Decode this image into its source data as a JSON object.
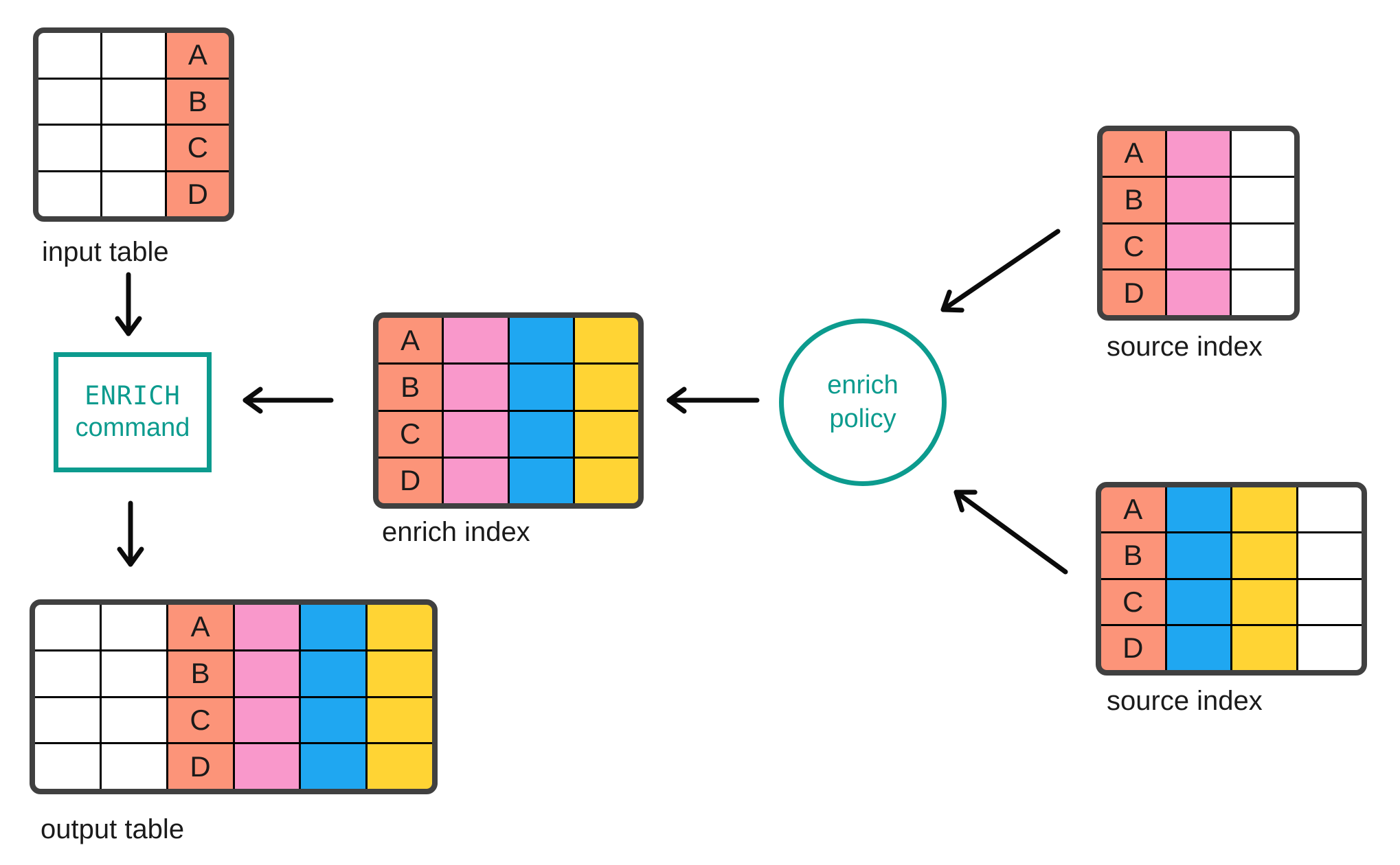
{
  "colors": {
    "white": "#FFFFFF",
    "salmon": "#FC9479",
    "pink": "#F998CB",
    "blue": "#1FA7F1",
    "yellow": "#FFD434",
    "teal": "#0C9B8E",
    "table_border": "#404040",
    "arrow": "#0B0B0B",
    "text": "#1A1A1A"
  },
  "nodes": {
    "input_table": {
      "label": "input table",
      "rows": [
        "A",
        "B",
        "C",
        "D"
      ],
      "columns": [
        "white",
        "white",
        "salmon"
      ],
      "key_column": 2
    },
    "enrich_command": {
      "line1": "ENRICH",
      "line2": "command"
    },
    "output_table": {
      "label": "output table",
      "rows": [
        "A",
        "B",
        "C",
        "D"
      ],
      "columns": [
        "white",
        "white",
        "salmon",
        "pink",
        "blue",
        "yellow"
      ],
      "key_column": 2
    },
    "enrich_index": {
      "label": "enrich index",
      "rows": [
        "A",
        "B",
        "C",
        "D"
      ],
      "columns": [
        "salmon",
        "pink",
        "blue",
        "yellow"
      ],
      "key_column": 0
    },
    "enrich_policy": {
      "line1": "enrich",
      "line2": "policy"
    },
    "source_index_top": {
      "label": "source index",
      "rows": [
        "A",
        "B",
        "C",
        "D"
      ],
      "columns": [
        "salmon",
        "pink",
        "white"
      ],
      "key_column": 0
    },
    "source_index_bottom": {
      "label": "source index",
      "rows": [
        "A",
        "B",
        "C",
        "D"
      ],
      "columns": [
        "salmon",
        "blue",
        "yellow",
        "white"
      ],
      "key_column": 0
    }
  },
  "arrows": [
    {
      "from": "input table",
      "to": "ENRICH command"
    },
    {
      "from": "ENRICH command",
      "to": "output table"
    },
    {
      "from": "enrich index",
      "to": "ENRICH command"
    },
    {
      "from": "enrich policy",
      "to": "enrich index"
    },
    {
      "from": "source index (top)",
      "to": "enrich policy"
    },
    {
      "from": "source index (bottom)",
      "to": "enrich policy"
    }
  ]
}
